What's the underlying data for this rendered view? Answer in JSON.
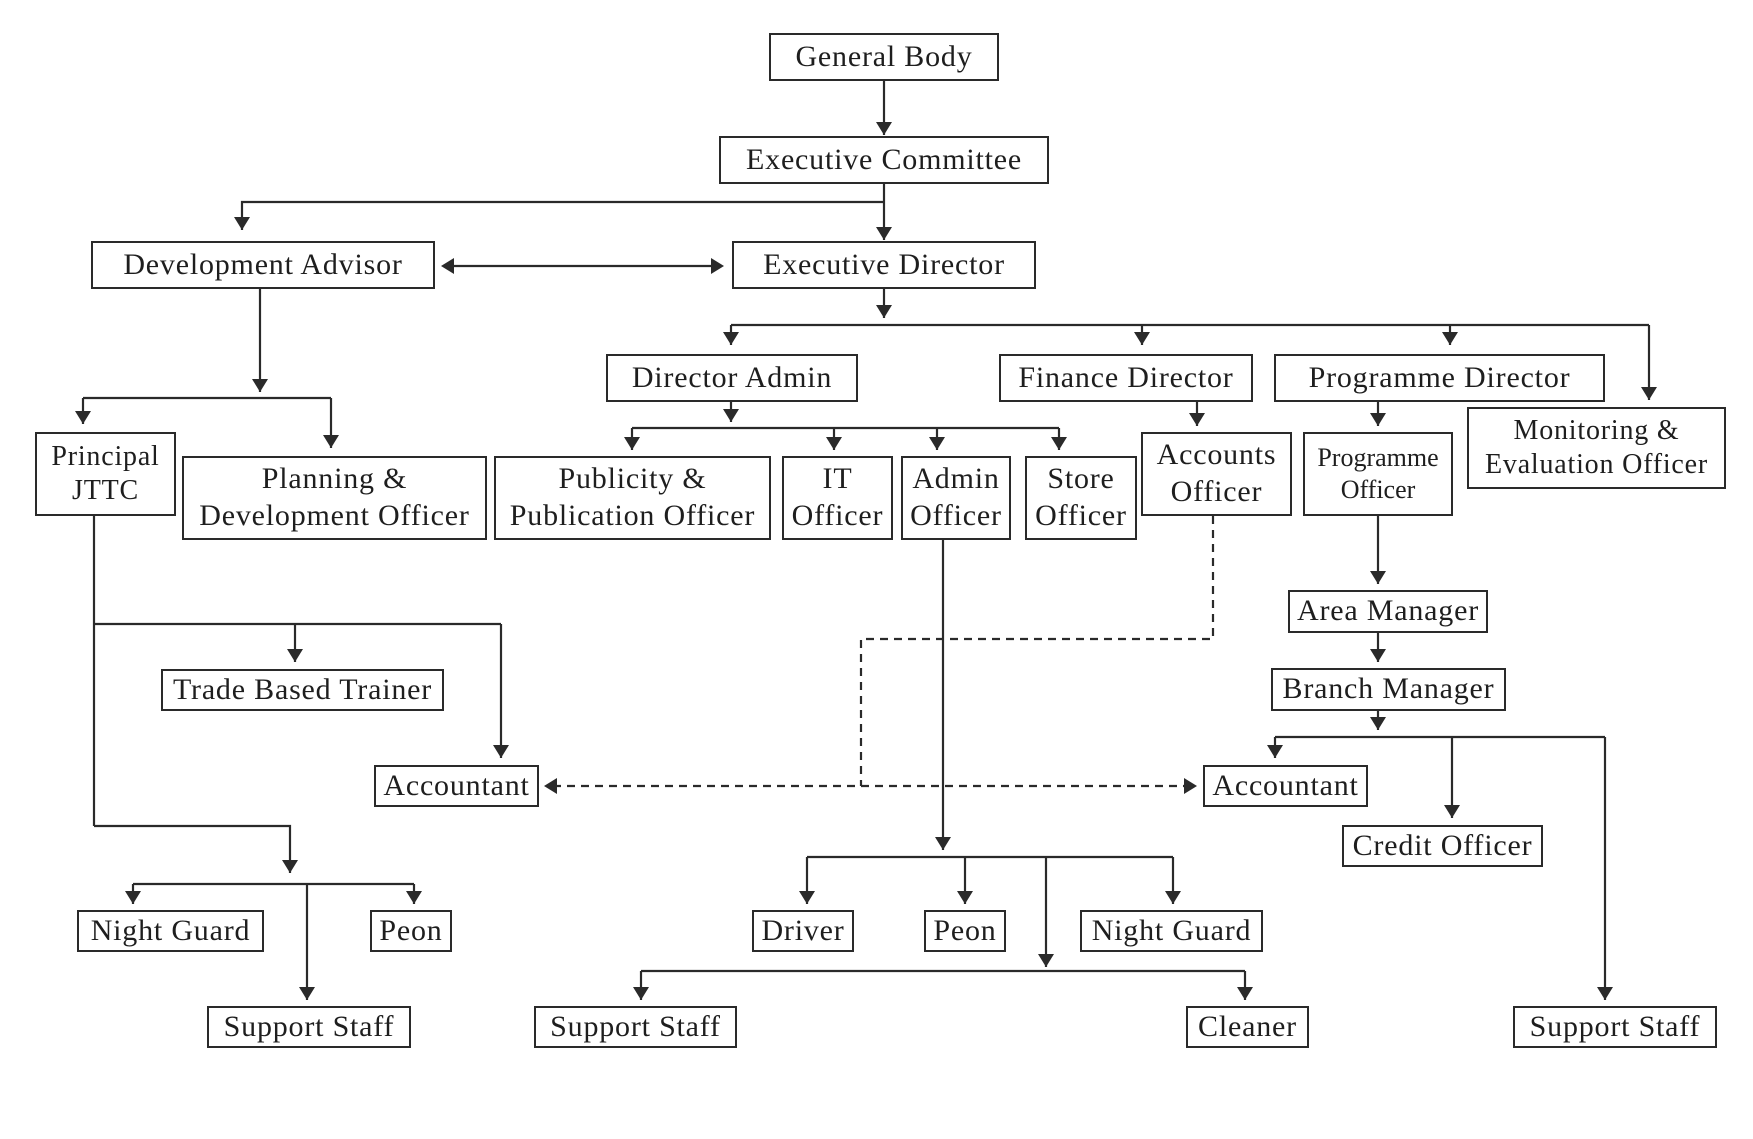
{
  "nodes": {
    "general_body": "General Body",
    "executive_committee": "Executive Committee",
    "development_advisor": "Development Advisor",
    "executive_director": "Executive Director",
    "director_admin": "Director Admin",
    "finance_director": "Finance Director",
    "programme_director": "Programme Director",
    "monitoring_evaluation_officer": "Monitoring &\nEvaluation Officer",
    "principal_jttc": "Principal\nJTTC",
    "planning_development_officer": "Planning &\nDevelopment Officer",
    "publicity_publication_officer": "Publicity &\nPublication Officer",
    "it_officer": "IT\nOfficer",
    "admin_officer": "Admin\nOfficer",
    "store_officer": "Store\nOfficer",
    "accounts_officer": "Accounts\nOfficer",
    "programme_officer": "Programme\nOfficer",
    "area_manager": "Area Manager",
    "branch_manager": "Branch Manager",
    "trade_based_trainer": "Trade Based Trainer",
    "accountant_jttc": "Accountant",
    "accountant_branch": "Accountant",
    "credit_officer": "Credit Officer",
    "night_guard_jttc": "Night Guard",
    "peon_jttc": "Peon",
    "support_staff_jttc": "Support Staff",
    "driver": "Driver",
    "peon_admin": "Peon",
    "night_guard_admin": "Night Guard",
    "support_staff_admin": "Support Staff",
    "cleaner": "Cleaner",
    "support_staff_branch": "Support Staff"
  },
  "colors": {
    "line": "#2a2a2a",
    "text": "#1e1e1e",
    "background": "#ffffff"
  }
}
